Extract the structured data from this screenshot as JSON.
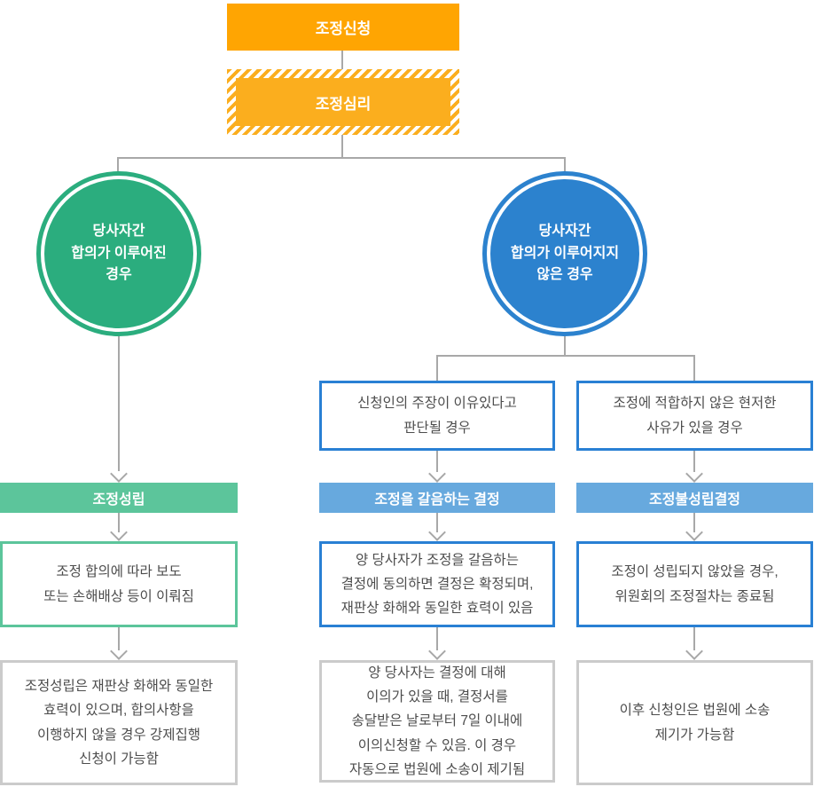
{
  "flow": {
    "apply": {
      "label": "조정신청"
    },
    "hearing": {
      "label": "조정심리"
    },
    "left_branch": {
      "circle_label": "당사자간\n합의가 이루어진\n경우",
      "header": "조정성립",
      "result": "조정 합의에 따라 보도\n또는 손해배상 등이 이뤄짐",
      "note": "조정성립은 재판상 화해와 동일한\n효력이 있으며, 합의사항을\n이행하지 않을 경우 강제집행\n신청이 가능함"
    },
    "right_branch": {
      "circle_label": "당사자간\n합의가 이루어지지\n않은 경우",
      "case_decision": {
        "condition": "신청인의 주장이 이유있다고\n판단될 경우",
        "header": "조정을 갈음하는 결정",
        "result": "양 당사자가 조정을 갈음하는\n결정에 동의하면 결정은 확정되며,\n재판상 화해와 동일한 효력이 있음",
        "note": "양 당사자는 결정에 대해\n이의가 있을 때, 결정서를\n송달받은 날로부터 7일 이내에\n이의신청할 수 있음. 이 경우\n자동으로 법원에 소송이 제기됨"
      },
      "case_failure": {
        "condition": "조정에 적합하지 않은 현저한\n사유가 있을 경우",
        "header": "조정불성립결정",
        "result": "조정이 성립되지 않았을 경우,\n위원회의 조정절차는 종료됨",
        "note": "이후 신청인은 법원에 소송\n제기가 가능함"
      }
    },
    "colors": {
      "orange": "#ffa502",
      "orange_light": "#fbae1e",
      "green": "#2bad7e",
      "green_light": "#5cc59b",
      "blue": "#2c82ce",
      "blue_light": "#67a9de",
      "border_gray": "#cbcbcb",
      "connector_gray": "#a8a8a8",
      "body_text": "#4d4d4d"
    }
  }
}
